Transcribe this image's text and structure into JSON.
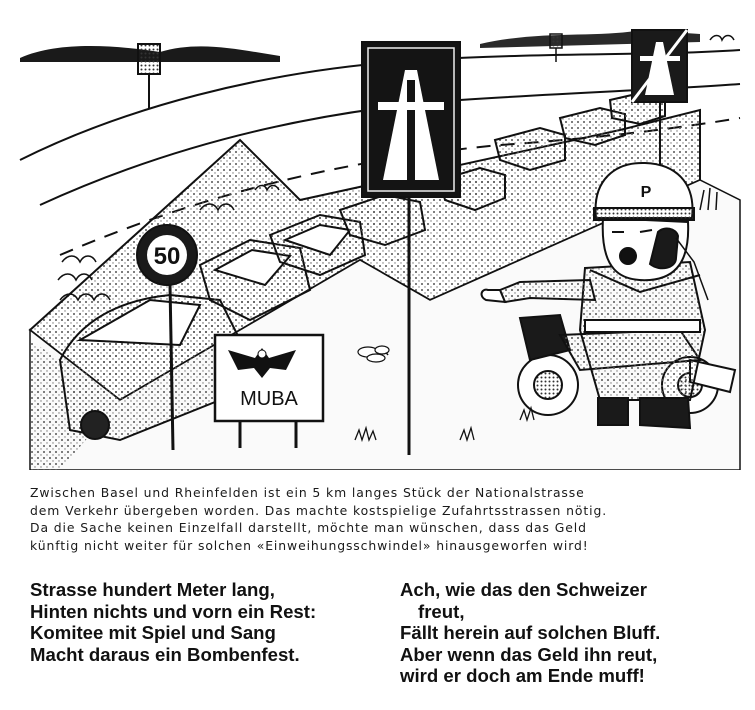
{
  "cartoon": {
    "speed_sign_text": "50",
    "fair_sign_text": "MUBA",
    "helmet_letter": "P"
  },
  "caption": [
    "Zwischen Basel und Rheinfelden ist ein 5 km langes Stück der Nationalstrasse",
    "dem Verkehr übergeben worden. Das machte kostspielige Zufahrtsstrassen nötig.",
    "Da die Sache keinen Einzelfall darstellt, möchte man wünschen, dass das Geld",
    "künftig nicht weiter für solchen «Einweihungsschwindel» hinausgeworfen wird!"
  ],
  "poem_left": [
    "Strasse hundert Meter lang,",
    "Hinten nichts und vorn ein Rest:",
    "Komitee mit Spiel und Sang",
    "Macht daraus ein Bombenfest."
  ],
  "poem_right": [
    "Ach, wie das den Schweizer",
    "freut,",
    "Fällt herein auf solchen Bluff.",
    "Aber wenn das Geld ihn reut,",
    "wird er doch am Ende muff!"
  ]
}
